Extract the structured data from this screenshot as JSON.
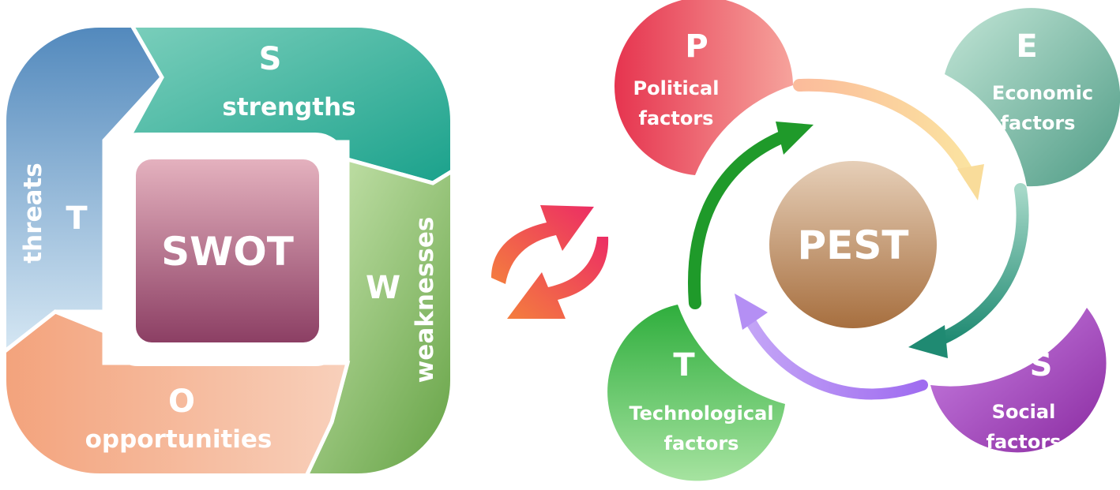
{
  "swot": {
    "title": "SWOT",
    "strengths": {
      "letter": "S",
      "label": "strengths"
    },
    "weaknesses": {
      "letter": "W",
      "label": "weaknesses"
    },
    "opportunities": {
      "letter": "O",
      "label": "opportunities"
    },
    "threats": {
      "letter": "T",
      "label": "threats"
    }
  },
  "pest": {
    "title": "PEST",
    "political": {
      "letter": "P",
      "line1": "Political",
      "line2": "factors"
    },
    "economic": {
      "letter": "E",
      "line1": "Economic",
      "line2": "factors"
    },
    "social": {
      "letter": "S",
      "line1": "Social",
      "line2": "factors"
    },
    "technological": {
      "letter": "T",
      "line1": "Technological",
      "line2": "factors"
    }
  },
  "colors": {
    "strengths": "#2aa58f",
    "weaknesses": "#6fa848",
    "opportunities": "#f1a880",
    "threats": "#5e94c2",
    "swot_core": "#c4718f",
    "political": "#ea4c62",
    "economic": "#5aa893",
    "social": "#a246b8",
    "technological": "#4dba4f",
    "pest_core": "#c0956e",
    "exchange_arrows": "#f0485a"
  }
}
